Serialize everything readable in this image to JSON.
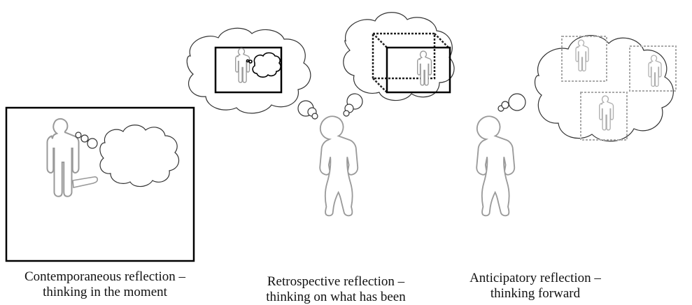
{
  "panels": [
    {
      "id": "contemporaneous",
      "caption_line1": "Contemporaneous reflection –",
      "caption_line2": "thinking in the moment"
    },
    {
      "id": "retrospective",
      "caption_line1": "Retrospective reflection –",
      "caption_line2": "thinking on what has been"
    },
    {
      "id": "anticipatory",
      "caption_line1": "Anticipatory reflection –",
      "caption_line2": "thinking forward"
    }
  ],
  "colors": {
    "figure_stroke": "#9a9a9a",
    "cloud_stroke": "#333333",
    "frame_stroke": "#000000",
    "dotted_stroke": "#aaaaaa"
  }
}
